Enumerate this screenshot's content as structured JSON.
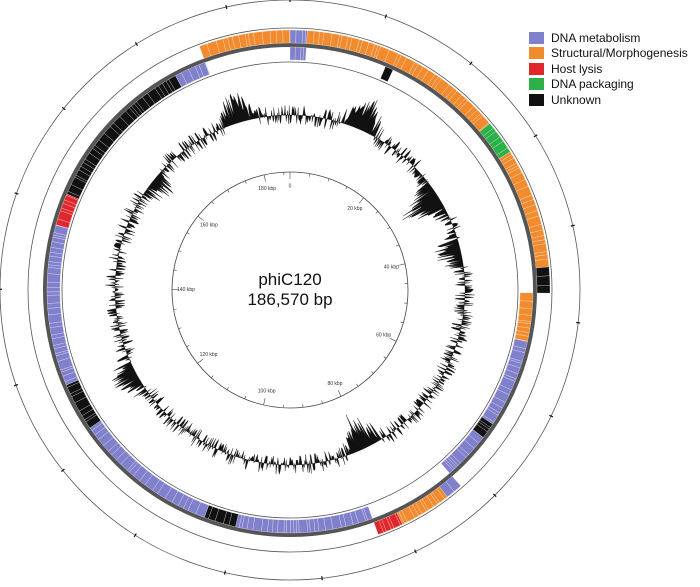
{
  "genome": {
    "name": "phiC120",
    "length_label": "186,570 bp",
    "length_bp": 186570
  },
  "legend": {
    "items": [
      {
        "key": "dna_metabolism",
        "label": "DNA metabolism",
        "color": "#8080cc"
      },
      {
        "key": "structural",
        "label": "Structural/Morphogenesis",
        "color": "#f28a2e"
      },
      {
        "key": "host_lysis",
        "label": "Host lysis",
        "color": "#e0282c"
      },
      {
        "key": "dna_packaging",
        "label": "DNA packaging",
        "color": "#2bb04a"
      },
      {
        "key": "unknown",
        "label": "Unknown",
        "color": "#111111"
      }
    ]
  },
  "scale_ring": {
    "ticks": [
      {
        "kbp": 0,
        "label": "0"
      },
      {
        "kbp": 20,
        "label": "20 kbp"
      },
      {
        "kbp": 40,
        "label": "40 kbp"
      },
      {
        "kbp": 60,
        "label": "60 kbp"
      },
      {
        "kbp": 80,
        "label": "80 kbp"
      },
      {
        "kbp": 100,
        "label": "100 kbp"
      },
      {
        "kbp": 120,
        "label": "120 kbp"
      },
      {
        "kbp": 140,
        "label": "140 kbp"
      },
      {
        "kbp": 160,
        "label": "160 kbp"
      },
      {
        "kbp": 180,
        "label": "180 kbp"
      }
    ]
  },
  "gene_regions": [
    {
      "start": 0,
      "end": 2,
      "strand": "both",
      "category": "dna_metabolism"
    },
    {
      "start": 2,
      "end": 26,
      "strand": "plus",
      "category": "structural"
    },
    {
      "start": 12,
      "end": 13,
      "strand": "minus",
      "category": "unknown"
    },
    {
      "start": 26,
      "end": 30,
      "strand": "plus",
      "category": "dna_packaging"
    },
    {
      "start": 30,
      "end": 44,
      "strand": "plus",
      "category": "structural"
    },
    {
      "start": 44,
      "end": 47,
      "strand": "plus",
      "category": "unknown"
    },
    {
      "start": 47,
      "end": 53,
      "strand": "minus",
      "category": "structural"
    },
    {
      "start": 53,
      "end": 64,
      "strand": "minus",
      "category": "dna_metabolism"
    },
    {
      "start": 64,
      "end": 66,
      "strand": "minus",
      "category": "unknown"
    },
    {
      "start": 66,
      "end": 72,
      "strand": "minus",
      "category": "dna_metabolism"
    },
    {
      "start": 72,
      "end": 74,
      "strand": "plus",
      "category": "dna_metabolism"
    },
    {
      "start": 74,
      "end": 80,
      "strand": "plus",
      "category": "structural"
    },
    {
      "start": 80,
      "end": 83,
      "strand": "plus",
      "category": "host_lysis"
    },
    {
      "start": 83,
      "end": 100,
      "strand": "minus",
      "category": "dna_metabolism"
    },
    {
      "start": 100,
      "end": 104,
      "strand": "minus",
      "category": "unknown"
    },
    {
      "start": 104,
      "end": 122,
      "strand": "minus",
      "category": "dna_metabolism"
    },
    {
      "start": 122,
      "end": 128,
      "strand": "minus",
      "category": "unknown"
    },
    {
      "start": 128,
      "end": 148,
      "strand": "minus",
      "category": "dna_metabolism"
    },
    {
      "start": 148,
      "end": 152,
      "strand": "minus",
      "category": "host_lysis"
    },
    {
      "start": 152,
      "end": 172,
      "strand": "minus",
      "category": "unknown"
    },
    {
      "start": 172,
      "end": 176,
      "strand": "minus",
      "category": "dna_metabolism"
    },
    {
      "start": 176,
      "end": 186.57,
      "strand": "plus",
      "category": "structural"
    }
  ],
  "gc_profile_peaks": [
    {
      "kbp": 12,
      "direction": "out",
      "strength": 0.9
    },
    {
      "kbp": 30,
      "direction": "in",
      "strength": 1.0
    },
    {
      "kbp": 40,
      "direction": "in",
      "strength": 0.6
    },
    {
      "kbp": 80,
      "direction": "in",
      "strength": 0.9
    },
    {
      "kbp": 125,
      "direction": "out",
      "strength": 0.6
    },
    {
      "kbp": 160,
      "direction": "in",
      "strength": 0.5
    },
    {
      "kbp": 178,
      "direction": "out",
      "strength": 0.7
    }
  ]
}
